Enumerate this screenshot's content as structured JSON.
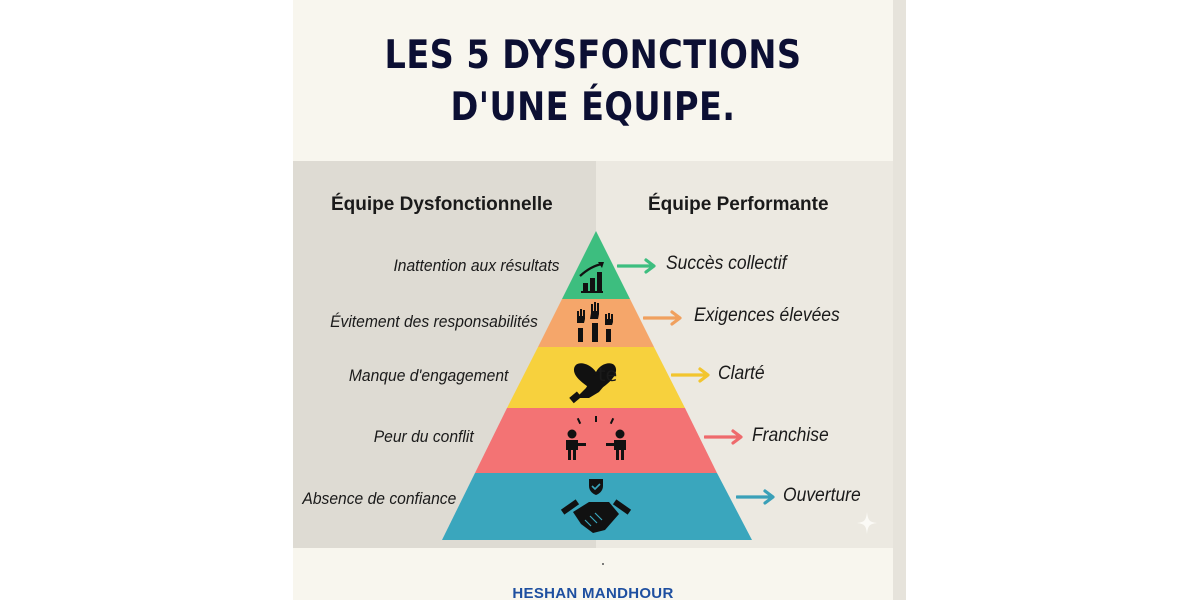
{
  "title": {
    "line1": "LES 5 DYSFONCTIONS",
    "line2": "D'UNE ÉQUIPE."
  },
  "columns": {
    "left_header": "Équipe Dysfonctionnelle",
    "right_header": "Équipe Performante"
  },
  "pyramid": {
    "layers": [
      {
        "dysfunction": "Inattention aux résultats",
        "outcome": "Succès collectif",
        "color": "#3DBE7F",
        "icon": "growth-chart-icon"
      },
      {
        "dysfunction": "Évitement des responsabilités",
        "outcome": "Exigences élevées",
        "color": "#F5A66A",
        "icon": "raised-hands-icon"
      },
      {
        "dysfunction": "Manque d'engagement",
        "outcome": "Clarté",
        "color": "#F7D13D",
        "icon": "heart-hand-icon"
      },
      {
        "dysfunction": "Peur du conflit",
        "outcome": "Franchise",
        "color": "#F37374",
        "icon": "people-confrontation-icon"
      },
      {
        "dysfunction": "Absence de confiance",
        "outcome": "Ouverture",
        "color": "#3AA6BD",
        "icon": "handshake-shield-icon"
      }
    ],
    "artifact_text": "te"
  },
  "colors": {
    "background": "#F8F6EE",
    "title": "#0C0F33",
    "band_left": "#DEDBD3",
    "band_right": "#ECE9E1",
    "footer": "#1E4FA0"
  },
  "footer": {
    "author": "HESHAN MANDHOUR"
  }
}
